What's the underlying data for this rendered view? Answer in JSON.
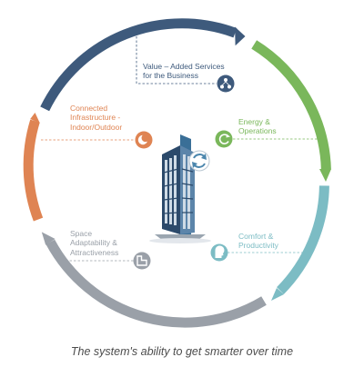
{
  "colors": {
    "navy": "#3e5a7c",
    "green": "#7ab75b",
    "teal": "#7cbcc4",
    "gray": "#9aa0a8",
    "orange": "#df8453"
  },
  "segments": [
    {
      "id": "value",
      "color": "#3e5a7c",
      "lines": [
        "Value – Added Services",
        "for the Business"
      ],
      "icon": "network-icon"
    },
    {
      "id": "energy",
      "color": "#7ab75b",
      "lines": [
        "Energy &",
        "Operations"
      ],
      "icon": "cycle-icon"
    },
    {
      "id": "comfort",
      "color": "#7cbcc4",
      "lines": [
        "Comfort &",
        "Productivity"
      ],
      "icon": "head-icon"
    },
    {
      "id": "space",
      "color": "#9aa0a8",
      "lines": [
        "Space",
        "Adaptability &",
        "Attractiveness"
      ],
      "icon": "floorplan-icon"
    },
    {
      "id": "infra",
      "color": "#df8453",
      "lines": [
        "Connected",
        "Infrastructure -",
        "Indoor/Outdoor"
      ],
      "icon": "moon-icon"
    }
  ],
  "center": {
    "icon": "building-icon"
  },
  "caption": "The system's ability to get smarter over time"
}
